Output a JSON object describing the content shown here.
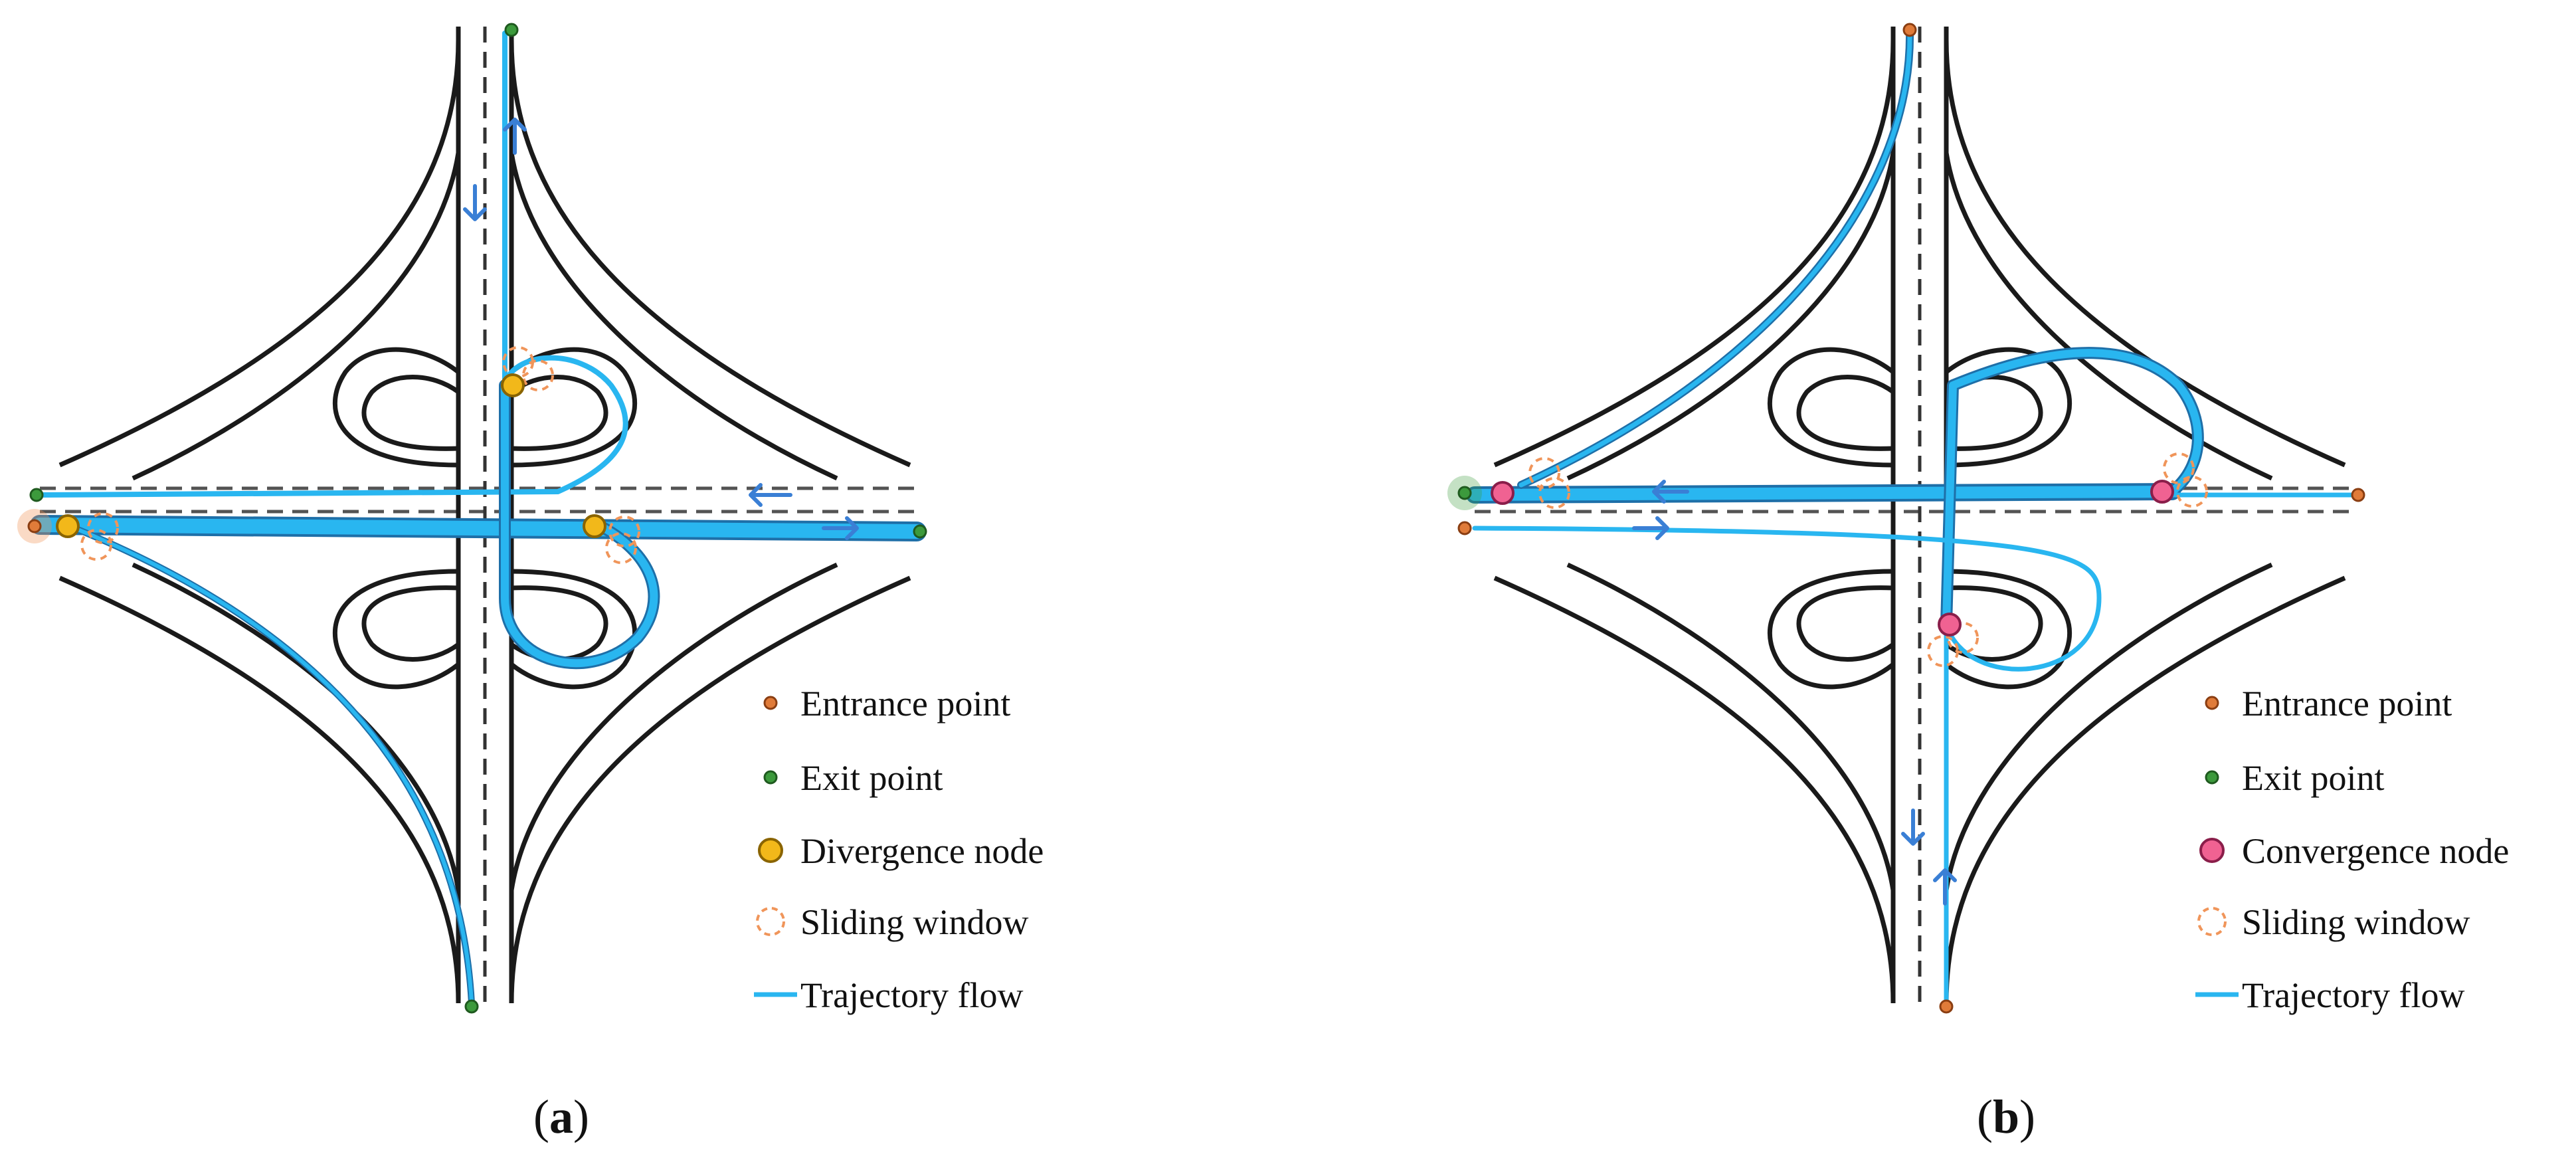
{
  "panels": [
    {
      "id": "a",
      "label_letter": "a",
      "node_type": "divergence",
      "legend": {
        "entrance": "Entrance point",
        "exit": "Exit point",
        "node": "Divergence node",
        "window": "Sliding window",
        "flow": "Trajectory flow"
      }
    },
    {
      "id": "b",
      "label_letter": "b",
      "node_type": "convergence",
      "legend": {
        "entrance": "Entrance point",
        "exit": "Exit point",
        "node": "Convergence node",
        "window": "Sliding window",
        "flow": "Trajectory flow"
      }
    }
  ],
  "colors": {
    "road": "#1a1a1a",
    "lane_divider": "#333333",
    "trajectory": "#29b6f0",
    "trajectory_outline": "#1e6fa8",
    "arrow": "#3a7fd5",
    "entrance": "#e07b39",
    "exit": "#3c9a3c",
    "divergence_node": "#f2b81a",
    "divergence_node_stroke": "#8a6400",
    "convergence_node": "#f06292",
    "convergence_node_stroke": "#8a1e4a",
    "sliding_window": "#f0955a"
  }
}
